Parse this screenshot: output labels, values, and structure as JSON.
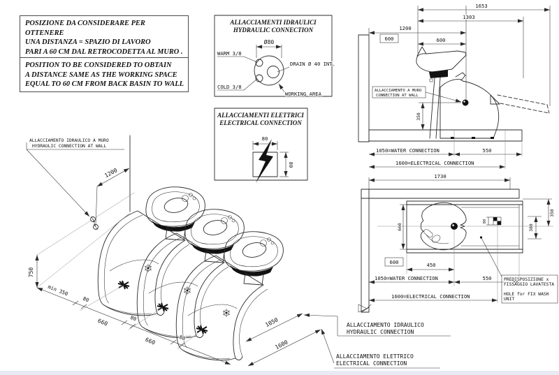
{
  "notes": {
    "italian": {
      "l1": "POSIZIONE DA CONSIDERARE PER OTTENERE",
      "l2": "UNA DISTANZA  = SPAZIO DI LAVORO",
      "l3": "PARI A 60 CM DAL RETROCODETTA AL MURO ."
    },
    "english": {
      "l1": "POSITION TO BE CONSIDERED TO OBTAIN",
      "l2": "A DISTANCE SAME AS THE WORKING SPACE",
      "l3": "EQUAL TO 60 CM FROM BACK BASIN TO WALL"
    }
  },
  "hydraulic_detail": {
    "title_it": "ALLACCIAMENTI IDRAULICI",
    "title_en": "HYDRAULIC CONNECTION",
    "diameter": "Ø80",
    "warm": "WARM 3/8",
    "cold": "COLD 3/8",
    "drain": "DRAIN Ø 40 INT.",
    "working_area": "WORKING AREA"
  },
  "electrical_detail": {
    "title_it": "ALLACCIAMENTI ELETTRICI",
    "title_en": "ELECTRICAL CONNECTION",
    "width": "80",
    "height": "80"
  },
  "side_view": {
    "wall_label_it": "ALLACCIAMENTO A MURO",
    "wall_label_en": "CONNECTION AT WALL",
    "dim_1653": "1653",
    "dim_1303": "1303",
    "dim_1200": "1200",
    "dim_600_boxed": "600",
    "dim_600": "600",
    "dim_350": "350",
    "dim_water": "1050=WATER CONNECTION",
    "dim_550": "550",
    "dim_electrical": "1600=ELECTRICAL CONNECTION"
  },
  "plan_view": {
    "dim_1730": "1730",
    "dim_660": "660",
    "dim_80": "80",
    "dim_350": "350",
    "dim_380": "380",
    "dim_600_boxed": "600",
    "dim_450": "450",
    "dim_water": "1050=WATER CONNECTION",
    "dim_550": "550",
    "dim_electrical": "1600=ELECTRICAL CONNECTION",
    "fix_note_it1": "PREDISPOSIZIONE x",
    "fix_note_it2": "FISSAGGIO LAVATESTA",
    "fix_note_en1": "HOLE for FIX WASH",
    "fix_note_en2": "UNIT"
  },
  "iso_view": {
    "wall_label_it": "ALLACCIAMENTO IDRAULICO A MURO",
    "wall_label_en": "HYDRAULIC CONNECTION AT WALL",
    "dim_1200": "1200",
    "dim_750": "750",
    "dim_min350": "min 350",
    "dim_80": "80",
    "dim_660": "660",
    "dim_1050": "1050",
    "dim_1600": "1600"
  },
  "callouts": {
    "hydraulic_it": "ALLACCIAMENTO IDRAULICO",
    "hydraulic_en": "HYDRAULIC CONNECTION",
    "electrical_it": "ALLACCIAMENTO ELETTRICO",
    "electrical_en": "ELECTRICAL CONNECTION"
  }
}
